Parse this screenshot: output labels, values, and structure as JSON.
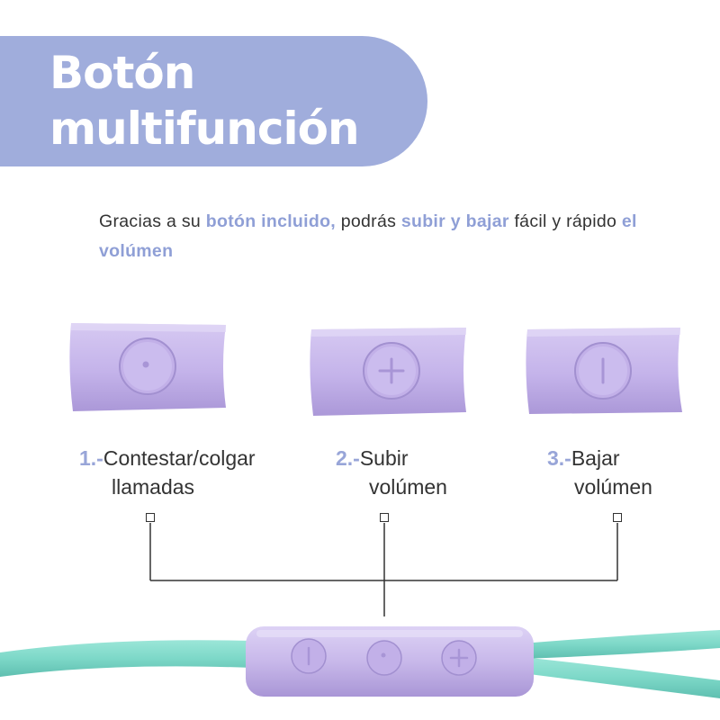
{
  "header": {
    "title_line1": "Botón",
    "title_line2": "multifunción",
    "accent_color": "#a0addc"
  },
  "intro": {
    "t1": "Gracias a su ",
    "h1": "botón incluido,",
    "t2": " podrás ",
    "h2": "subir y bajar",
    "t3": " fácil y rápido ",
    "h3": "el volúmen",
    "highlight_color": "#8f9fd6"
  },
  "buttons": [
    {
      "number": "1.-",
      "line1": "Contestar/colgar",
      "line2": "llamadas",
      "icon": "dot-icon"
    },
    {
      "number": "2.-",
      "line1": "Subir",
      "line2": "volúmen",
      "icon": "plus-icon"
    },
    {
      "number": "3.-",
      "line1": "Bajar",
      "line2": "volúmen",
      "icon": "minus-icon"
    }
  ],
  "remote": {
    "icons": [
      "minus-icon",
      "dot-icon",
      "plus-icon"
    ],
    "cable_color": "#7dd8c8",
    "body_color": "#c8b8ea"
  }
}
